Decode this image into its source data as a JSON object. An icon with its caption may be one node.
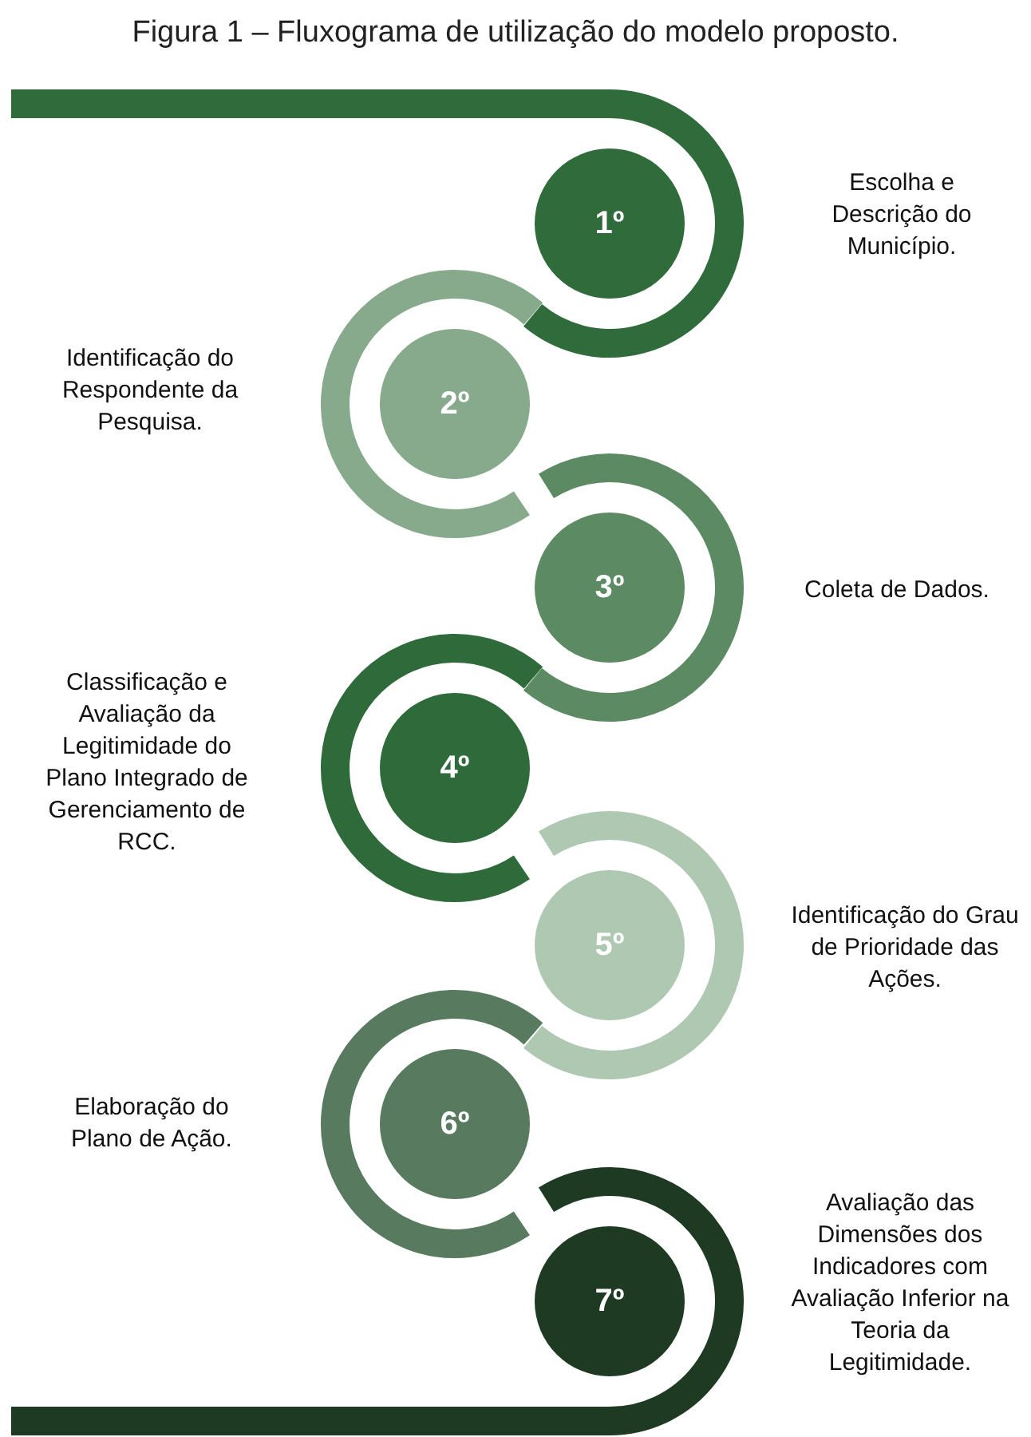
{
  "diagram": {
    "title": "Figura 1 – Fluxograma de utilização do modelo proposto.",
    "nodes": [
      {
        "text": [
          "1º"
        ]
      },
      {
        "text": [
          "2º"
        ]
      },
      {
        "text": [
          "3º"
        ]
      },
      {
        "text": [
          "4º"
        ]
      },
      {
        "text": [
          "5º"
        ]
      },
      {
        "text": [
          "6º"
        ]
      },
      {
        "text": [
          "7º"
        ]
      }
    ],
    "labels": [
      "Escolha e Descrição do Município.",
      "Identificação do Respondente da Pesquisa.",
      "Coleta de Dados.",
      "Classificação e Avaliação da Legitimidade do Plano Integrado de Gerenciamento de RCC.",
      "Identificação do Grau de Prioridade das Ações.",
      "Elaboração do Plano de Ação.",
      "Avaliação das Dimensões dos Indicadores com Avaliação Inferior na Teoria da Legitimidade."
    ]
  }
}
